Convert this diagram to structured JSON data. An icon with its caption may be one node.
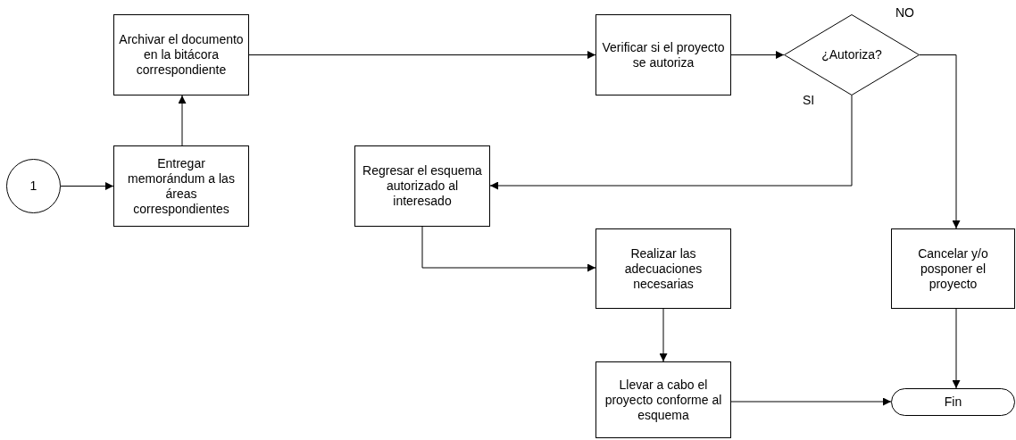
{
  "diagram": {
    "nodes": [
      {
        "text": [
          "Archivar el documento en la bitácora correspondiente"
        ]
      },
      {
        "text": [
          "Verificar si el proyecto se autoriza"
        ]
      },
      {
        "text": [
          "¿Autoriza?"
        ]
      },
      {
        "text": [
          "1"
        ]
      },
      {
        "text": [
          "Entregar memorándum a las áreas correspondientes"
        ]
      },
      {
        "text": [
          "Regresar el esquema autorizado al interesado"
        ]
      },
      {
        "text": [
          "Realizar las adecuaciones necesarias"
        ]
      },
      {
        "text": [
          "Cancelar y/o posponer el proyecto"
        ]
      },
      {
        "text": [
          "Llevar a cabo el proyecto conforme al esquema"
        ]
      },
      {
        "text": [
          "Fin"
        ]
      }
    ],
    "edges": [
      {
        "from": 3,
        "to": 4,
        "arrow": "to"
      },
      {
        "from": 4,
        "to": 0,
        "arrow": "to"
      },
      {
        "from": 0,
        "to": 1,
        "arrow": "to"
      },
      {
        "from": 1,
        "to": 2,
        "arrow": "to"
      },
      {
        "from": 2,
        "to": 5,
        "arrow": "to",
        "label": "SI"
      },
      {
        "from": 2,
        "to": 7,
        "arrow": "to",
        "label": "NO"
      },
      {
        "from": 5,
        "to": 6,
        "arrow": "to"
      },
      {
        "from": 6,
        "to": 8,
        "arrow": "to"
      },
      {
        "from": 8,
        "to": 9,
        "arrow": "to"
      },
      {
        "from": 7,
        "to": 9,
        "arrow": "to"
      }
    ]
  }
}
